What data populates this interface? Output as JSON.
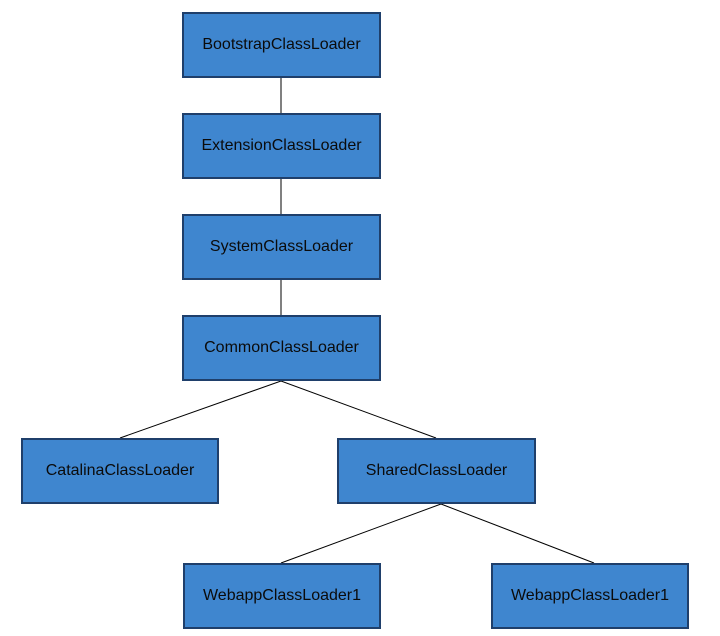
{
  "nodes": {
    "bootstrap": "BootstrapClassLoader",
    "extension": "ExtensionClassLoader",
    "system": "SystemClassLoader",
    "common": "CommonClassLoader",
    "catalina": "CatalinaClassLoader",
    "shared": "SharedClassLoader",
    "webapp_a": "WebappClassLoader1",
    "webapp_b": "WebappClassLoader1"
  },
  "edges": [
    [
      "bootstrap",
      "extension"
    ],
    [
      "extension",
      "system"
    ],
    [
      "system",
      "common"
    ],
    [
      "common",
      "catalina"
    ],
    [
      "common",
      "shared"
    ],
    [
      "shared",
      "webapp_a"
    ],
    [
      "shared",
      "webapp_b"
    ]
  ],
  "colors": {
    "node_fill": "#3f86cf",
    "node_border": "#1f3f6b",
    "edge": "#000000"
  }
}
